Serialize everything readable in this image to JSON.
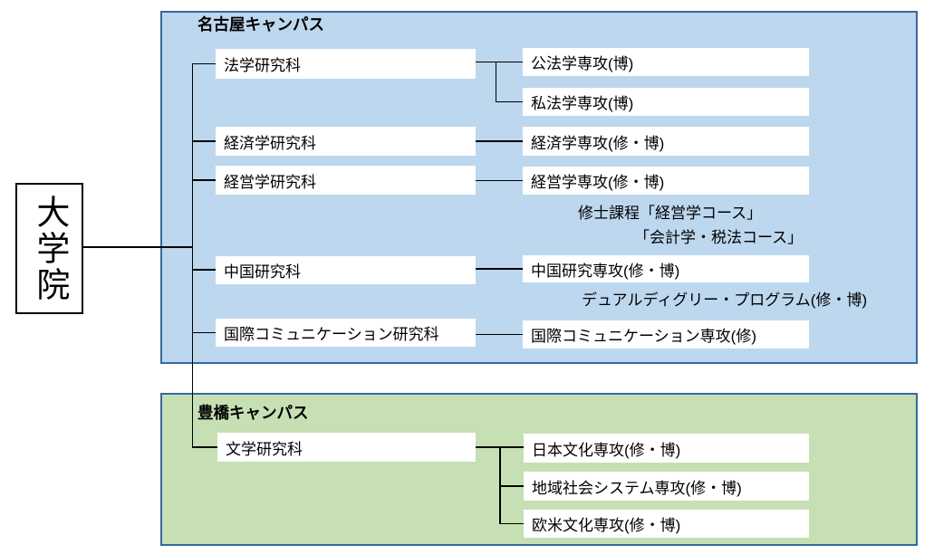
{
  "root": {
    "label": "大学院"
  },
  "nagoya": {
    "title": "名古屋キャンパス",
    "departments": [
      "法学研究科",
      "経済学研究科",
      "経営学研究科",
      "中国研究科",
      "国際コミュニケーション研究科"
    ],
    "majors": [
      "公法学専攻(博)",
      "私法学専攻(博)",
      "経済学専攻(修・博)",
      "経営学専攻(修・博)",
      "中国研究専攻(修・博)",
      "国際コミュニケーション専攻(修)"
    ],
    "notes": [
      "修士課程「経営学コース」",
      "「会計学・税法コース」",
      "デュアルディグリー・プログラム(修・博)"
    ]
  },
  "toyohashi": {
    "title": "豊橋キャンパス",
    "departments": [
      "文学研究科"
    ],
    "majors": [
      "日本文化専攻(修・博)",
      "地域社会システム専攻(修・博)",
      "欧米文化専攻(修・博)"
    ]
  },
  "colors": {
    "nagoya_fill": "#bdd7ee",
    "toyohashi_fill": "#c6e0b4",
    "panel_border": "#35699d",
    "line_color": "#000000"
  }
}
